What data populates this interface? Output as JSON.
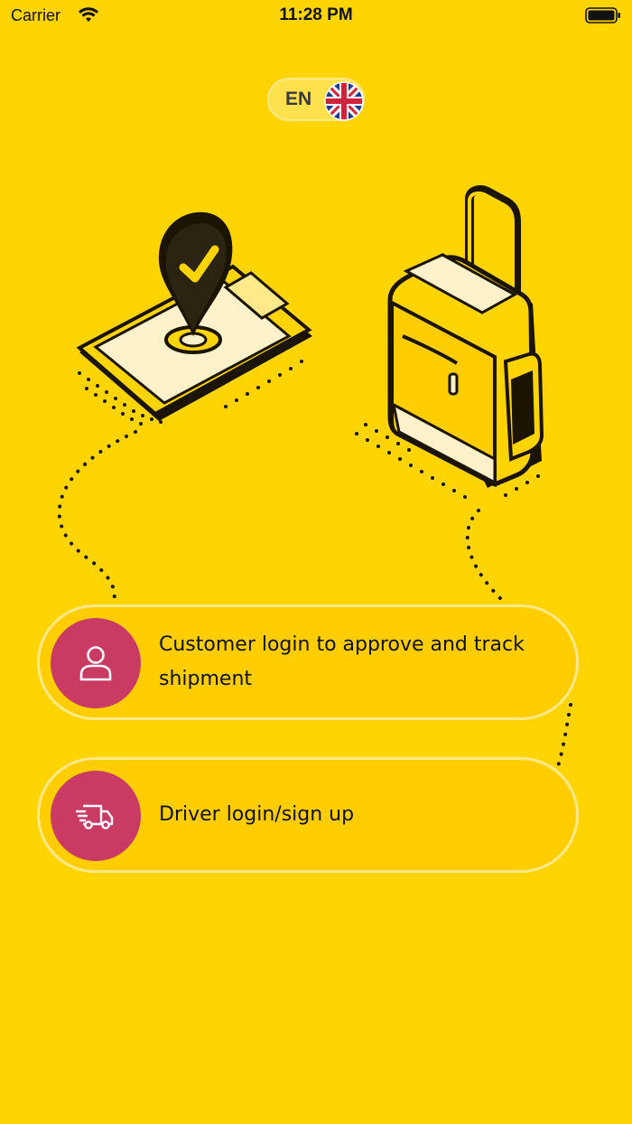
{
  "status_bar": {
    "carrier": "Carrier",
    "time": "11:28 PM"
  },
  "language": {
    "code": "EN",
    "flag_icon": "uk-flag-icon"
  },
  "login_options": [
    {
      "label": "Customer login to approve and track shipment",
      "icon": "user-icon"
    },
    {
      "label": "Driver login/sign up",
      "icon": "delivery-truck-icon"
    }
  ],
  "colors": {
    "background": "#FFD400",
    "icon_circle": "#C93B62",
    "card_border": "#FFE98A"
  }
}
